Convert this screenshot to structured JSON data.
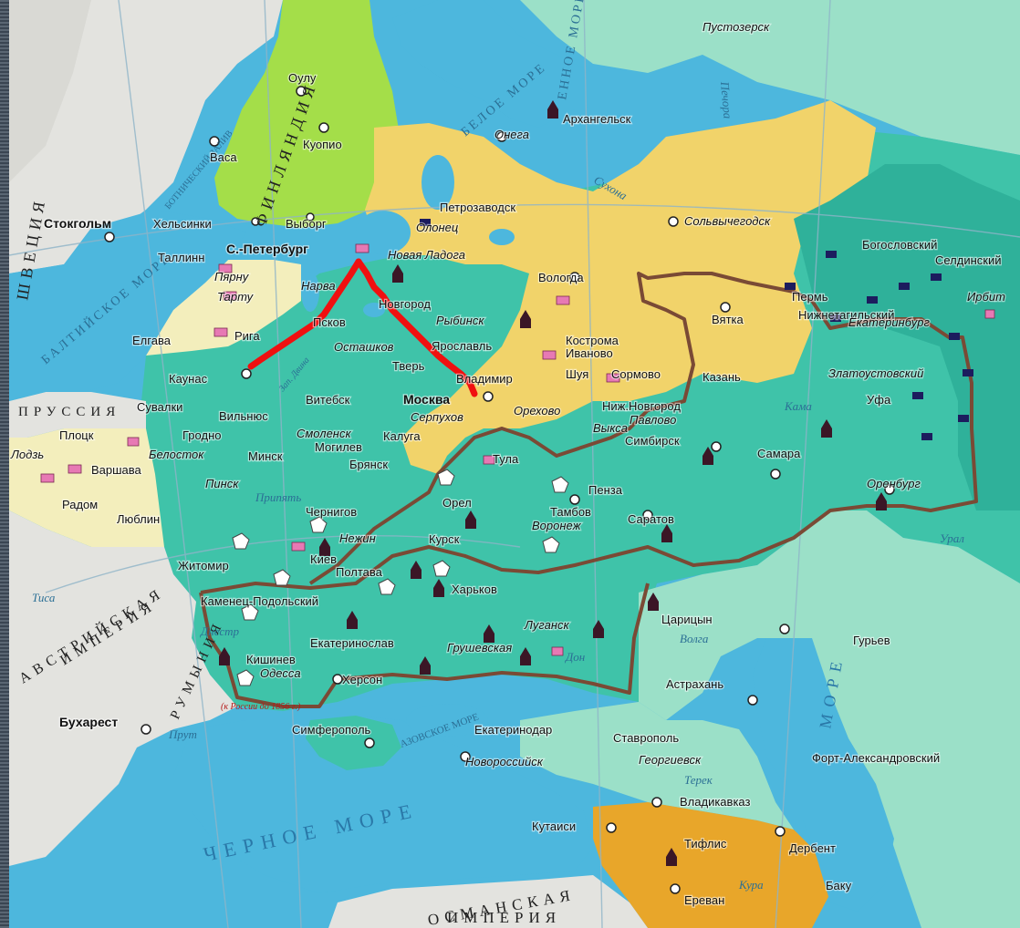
{
  "colors": {
    "sea": "#4db7dd",
    "land_russia": "#3fc3a9",
    "land_light": "#9be0c8",
    "land_yellow": "#f1d36a",
    "land_finland": "#a4de49",
    "land_cream": "#f3eebc",
    "land_caucasus": "#e8a62a",
    "land_grey": "#e3e3df",
    "route_red": "#f01010",
    "border_brown": "#7a4a35"
  },
  "seas": {
    "black_sea": "ЧЕРНОЕ МОРЕ",
    "baltic_sea": "БАЛТИЙСКОЕ МОРЕ",
    "white_sea": "БЕЛОЕ МОРЕ",
    "caspian_sea": "МОРЕ",
    "barents_sea": "ЕННОЕ МОРЕ",
    "azov_sea": "АЗОВСКОЕ МОРЕ",
    "bothnia": "БОТНИЧЕСКИЙ ЗАЛИВ"
  },
  "countries": {
    "sweden": "ШВЕЦИЯ",
    "finland": "ФИНЛЯНДИЯ",
    "prussia": "ПРУССИЯ",
    "austria_1": "АВСТРИЙСКАЯ",
    "austria_2": "ИМПЕРИЯ",
    "romania": "РУМЫНИЯ",
    "ottoman_1": "ОСМАНСКАЯ",
    "ottoman_2": "ИМПЕРИЯ"
  },
  "rivers": {
    "volga": "Волга",
    "kama": "Кама",
    "ural": "Урал",
    "don": "Дон",
    "terek": "Терек",
    "kura": "Кура",
    "sukhona": "Сухона",
    "pripyat": "Припять",
    "tisa": "Тиса",
    "dniester": "Днестр",
    "pechora": "Печора",
    "prut": "Прут",
    "dvina": "Зап. Двина"
  },
  "cities": {
    "pustozersk": "Пустозерск",
    "arkhangelsk": "Архангельск",
    "onega": "Онега",
    "oulu": "Оулу",
    "kuopio": "Куопио",
    "vasa": "Васа",
    "stockholm": "Стокгольм",
    "helsinki": "Хельсинки",
    "vyborg": "Выборг",
    "petrozavodsk": "Петрозаводск",
    "olonets": "Олонец",
    "solvychegodsk": "Сольвычегодск",
    "bogoslovsky": "Богословский",
    "seldinsky": "Селдинский",
    "spb": "С.-Петербург",
    "novaya_ladoga": "Новая Ладога",
    "tallinn": "Таллинн",
    "pyarnu": "Пярну",
    "tartu": "Тарту",
    "narva": "Нарва",
    "novgorod": "Новгород",
    "vologda": "Вологда",
    "perm": "Пермь",
    "nizhny_tagil": "Нижнетагильский",
    "irbit": "Ирбит",
    "ekaterinburg": "Екатеринбург",
    "vyatka": "Вятка",
    "rybinsk": "Рыбинск",
    "kostroma": "Кострома",
    "riga": "Рига",
    "pskov": "Псков",
    "ostashkov": "Осташков",
    "yaroslavl": "Ярославль",
    "ivanovo": "Иваново",
    "elgava": "Елгава",
    "tver": "Тверь",
    "shuya": "Шуя",
    "sormovo": "Сормово",
    "zlatoust": "Златоустовский",
    "kaunas": "Каунас",
    "vladimir": "Владимир",
    "kazan": "Казань",
    "vitebsk": "Витебск",
    "moskva": "Москва",
    "nizh_novgorod": "Ниж.Новгород",
    "ufa": "Уфа",
    "suvalki": "Сувалки",
    "vilnius": "Вильнюс",
    "orekhovo": "Орехово",
    "serpukhov": "Серпухов",
    "pavlovo": "Павлово",
    "plotsk": "Плоцк",
    "grodno": "Гродно",
    "smolensk": "Смоленск",
    "kaluga": "Калуга",
    "vyksa": "Выкса",
    "simbirsk": "Симбирск",
    "samara": "Самара",
    "lodz": "Лодзь",
    "belostok": "Белосток",
    "minsk": "Минск",
    "mogilev": "Могилев",
    "tula": "Тула",
    "varshava": "Варшава",
    "bryansk": "Брянск",
    "orenburg": "Оренбург",
    "pinsk": "Пинск",
    "chernigov": "Чернигов",
    "orel": "Орел",
    "penza": "Пенза",
    "radom": "Радом",
    "lublin": "Люблин",
    "tambov": "Тамбов",
    "voronezh": "Воронеж",
    "saratov": "Саратов",
    "nezhin": "Нежин",
    "kursk": "Курск",
    "zhitomir": "Житомир",
    "kiev": "Киев",
    "poltava": "Полтава",
    "kharkov": "Харьков",
    "kamenets": "Каменец-Подольский",
    "tsaritsyn": "Царицын",
    "lugansk": "Луганск",
    "guryev": "Гурьев",
    "ekaterinoslav": "Екатеринослав",
    "grushevskaya": "Грушевская",
    "kishinev": "Кишинев",
    "odessa": "Одесса",
    "kherson": "Херсон",
    "astrakhan": "Астрахань",
    "bukharest": "Бухарест",
    "simferopol": "Симферополь",
    "ekaterinodar": "Екатеринодар",
    "stavropol": "Ставрополь",
    "novorossiysk": "Новороссийск",
    "georgievsk": "Георгиевск",
    "fort_alex": "Форт-Александровский",
    "vladikavkaz": "Владикавказ",
    "kutaisi": "Кутаиси",
    "tiflis": "Тифлис",
    "derbent": "Дербент",
    "baku": "Баку",
    "erevan": "Ереван"
  },
  "note": "(к России до 1856 г.)"
}
